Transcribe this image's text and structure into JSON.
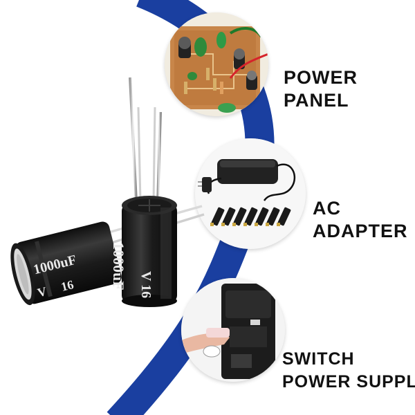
{
  "applications": [
    {
      "line1": "POWER",
      "line2": "PANEL",
      "icon": "circuit-board-photo"
    },
    {
      "line1": "AC",
      "line2": "ADAPTER",
      "icon": "ac-adapter-photo"
    },
    {
      "line1": "SWITCH",
      "line2": "POWER SUPPLY",
      "icon": "switch-power-supply-photo"
    }
  ],
  "capacitor": {
    "capacitance": "1000uF",
    "voltage": "16",
    "voltage_unit": "V",
    "icon": "electrolytic-capacitor-photo"
  },
  "colors": {
    "accent_arc": "#1a3fa0",
    "capacitor_body": "#1b1b1b",
    "label_text": "#111111",
    "background": "#ffffff"
  }
}
